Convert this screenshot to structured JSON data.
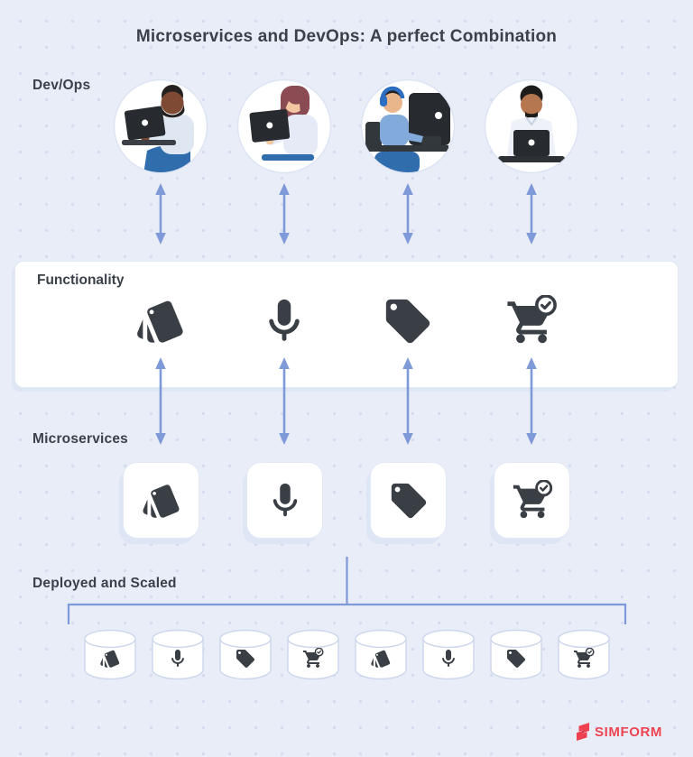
{
  "title": "Microservices and DevOps: A perfect Combination",
  "labels": {
    "devops": "Dev/Ops",
    "functionality": "Functionality",
    "microservices": "Microservices",
    "deployed": "Deployed and Scaled"
  },
  "columns": {
    "count": 4,
    "icons": [
      "cards-icon",
      "microphone-icon",
      "tag-icon",
      "cart-check-icon"
    ]
  },
  "devops_row": {
    "avatars": [
      "developer-man-beard-laptop",
      "developer-woman-laptop",
      "developer-headphones-monitor",
      "developer-man-front-laptop"
    ]
  },
  "functionality_row": {
    "icons": [
      "cards-icon",
      "microphone-icon",
      "tag-icon",
      "cart-check-icon"
    ]
  },
  "microservices_row": {
    "icons": [
      "cards-icon",
      "microphone-icon",
      "tag-icon",
      "cart-check-icon"
    ]
  },
  "deployed_row": {
    "cylinder_icons": [
      "cards-icon",
      "microphone-icon",
      "tag-icon",
      "cart-check-icon",
      "cards-icon",
      "microphone-icon",
      "tag-icon",
      "cart-check-icon"
    ]
  },
  "logo": {
    "text": "SIMFORM"
  },
  "colors": {
    "background": "#e9edf7",
    "dot": "#d5dcef",
    "arrow": "#7e9ad8",
    "icon": "#3a3f45",
    "text": "#3b4149",
    "panel": "#ffffff",
    "panel_border": "#e2e8f5",
    "brand_red": "#ef4351"
  }
}
